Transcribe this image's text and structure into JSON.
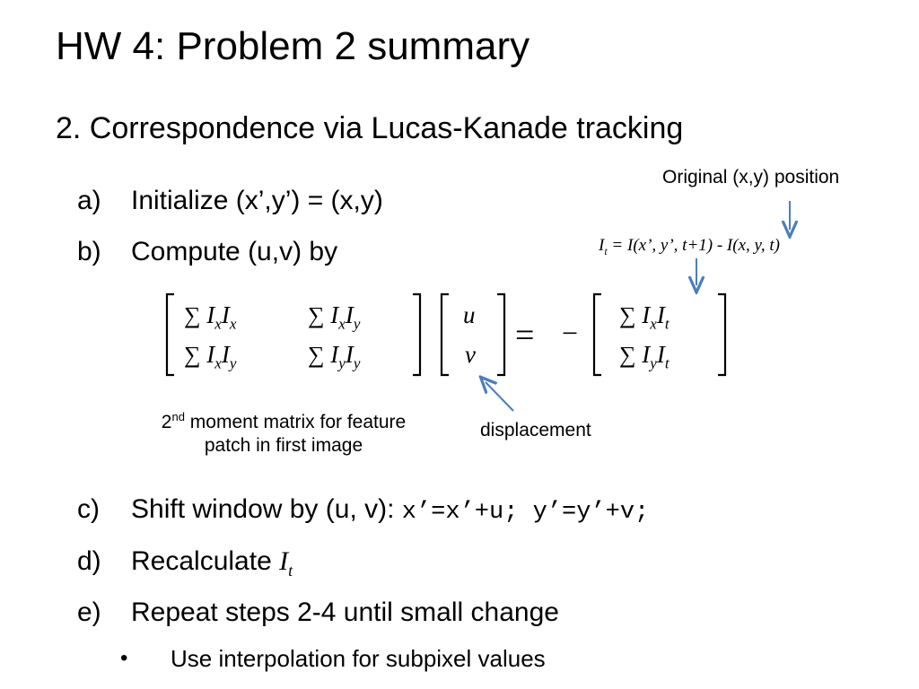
{
  "slide": {
    "title": "HW 4: Problem 2 summary",
    "subtitle": "2.  Correspondence via Lucas-Kanade tracking",
    "steps": [
      {
        "label": "a)",
        "text": "Initialize (x’,y’) = (x,y)"
      },
      {
        "label": "b)",
        "text": "Compute (u,v) by"
      },
      {
        "label": "c)",
        "text": "Shift window by (u, v): ",
        "code": "x’=x’+u; y’=y’+v;"
      },
      {
        "label": "d)",
        "text": "Recalculate ",
        "var": "I",
        "var_sub": "t"
      },
      {
        "label": "e)",
        "text": "Repeat steps 2-4 until small change"
      }
    ],
    "bullet": "Use interpolation for subpixel values"
  },
  "annotations": {
    "original_position": "Original (x,y) position",
    "it_def_var": "I",
    "it_def_sub": "t",
    "it_def_rest": " = I(x’, y’, t+1) - I(x, y, t)",
    "moment_prefix": "2",
    "moment_sup": "nd",
    "moment_rest": " moment matrix for feature",
    "moment_line2": "patch in first image",
    "displacement": "displacement"
  },
  "equation": {
    "sum": "∑",
    "minus": "−",
    "equals": "=",
    "matrix": {
      "r1c1": [
        "x",
        "x"
      ],
      "r1c2": [
        "x",
        "y"
      ],
      "r2c1": [
        "x",
        "y"
      ],
      "r2c2": [
        "y",
        "y"
      ]
    },
    "vector": [
      "u",
      "v"
    ],
    "rhs": [
      "x",
      "y"
    ],
    "rhs_t": "t",
    "symbol_I": "I"
  },
  "colors": {
    "arrow": "#4a7ebb",
    "text": "#000000"
  }
}
